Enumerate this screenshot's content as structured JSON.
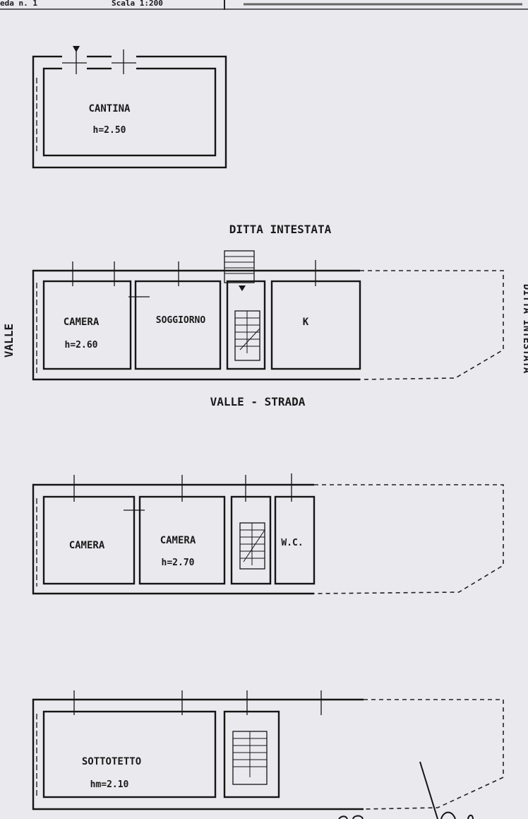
{
  "header": {
    "sheet": "eda n. 1",
    "scale": "Scala 1:200"
  },
  "labels": {
    "top_side": "DITTA INTESTATA",
    "bottom_side": "VALLE - STRADA",
    "left_side": "VALLE",
    "right_side": "DITTA INTESTATA"
  },
  "floors": [
    {
      "rooms": [
        {
          "name": "CANTINA",
          "height": "h=2.50"
        }
      ]
    },
    {
      "rooms": [
        {
          "name": "CAMERA",
          "height": "h=2.60"
        },
        {
          "name": "SOGGIORNO"
        },
        {
          "name": "K"
        }
      ]
    },
    {
      "rooms": [
        {
          "name": "CAMERA"
        },
        {
          "name": "CAMERA",
          "height": "h=2.70"
        },
        {
          "name": "W.C."
        }
      ]
    },
    {
      "rooms": [
        {
          "name": "SOTTOTETTO",
          "height": "hm=2.10"
        }
      ]
    }
  ],
  "colors": {
    "paper": "#e9e9ee",
    "ink": "#151515"
  }
}
